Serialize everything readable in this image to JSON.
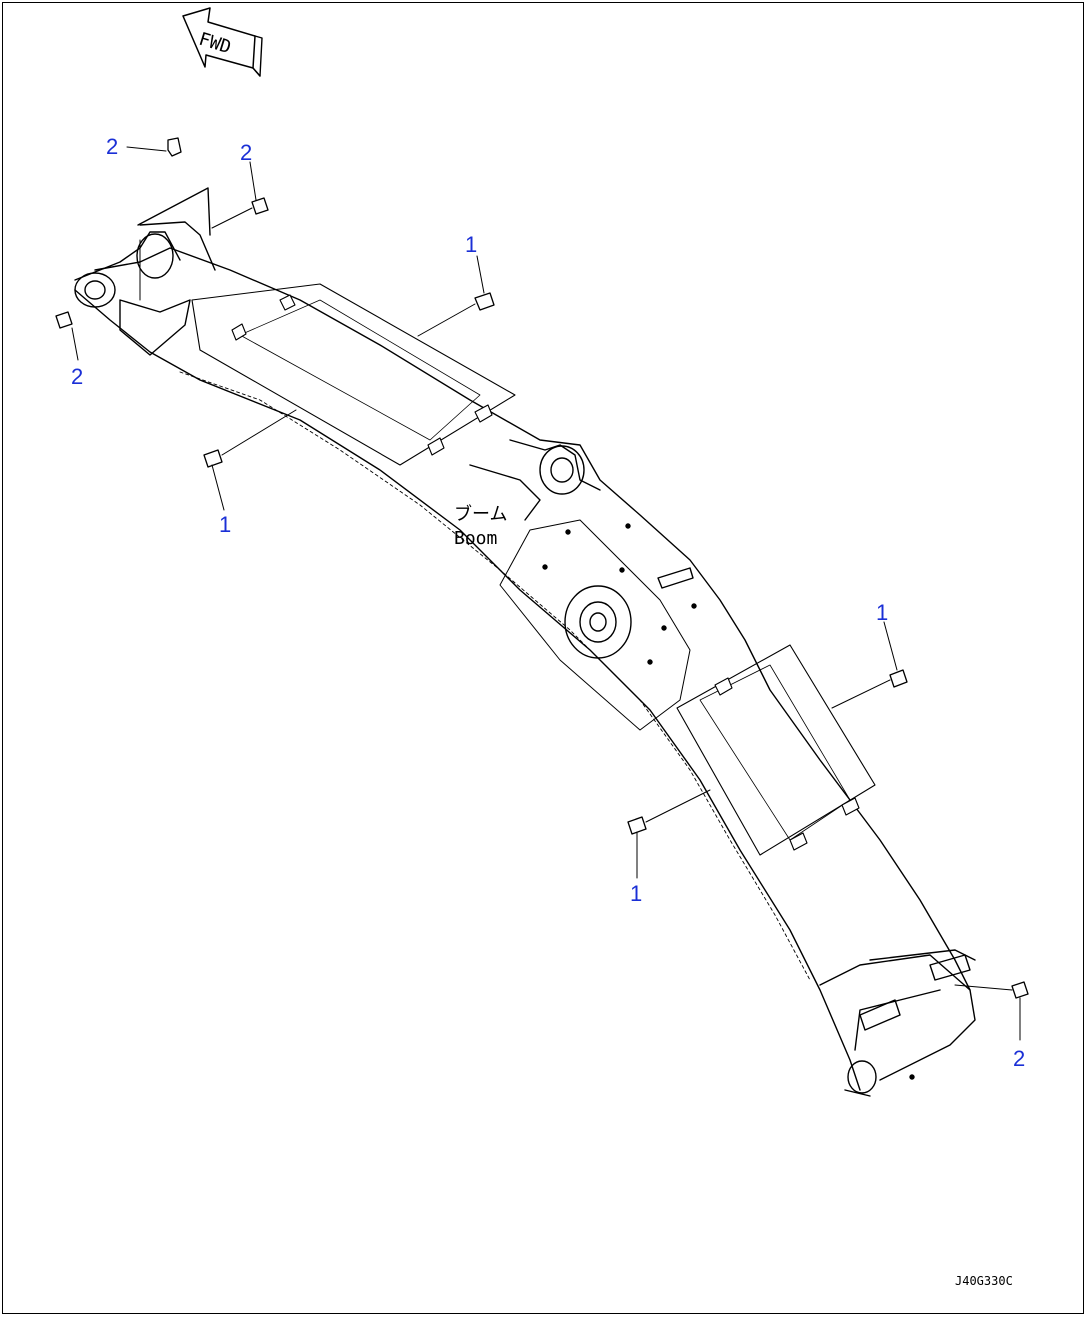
{
  "diagram": {
    "direction_marker": "FWD",
    "part_label_jp": "ブーム",
    "part_label_en": "Boom",
    "drawing_code": "J40G330C",
    "callout_color": "#1a2fd6",
    "callouts": [
      "2",
      "2",
      "2",
      "1",
      "1",
      "1",
      "1",
      "2"
    ]
  }
}
